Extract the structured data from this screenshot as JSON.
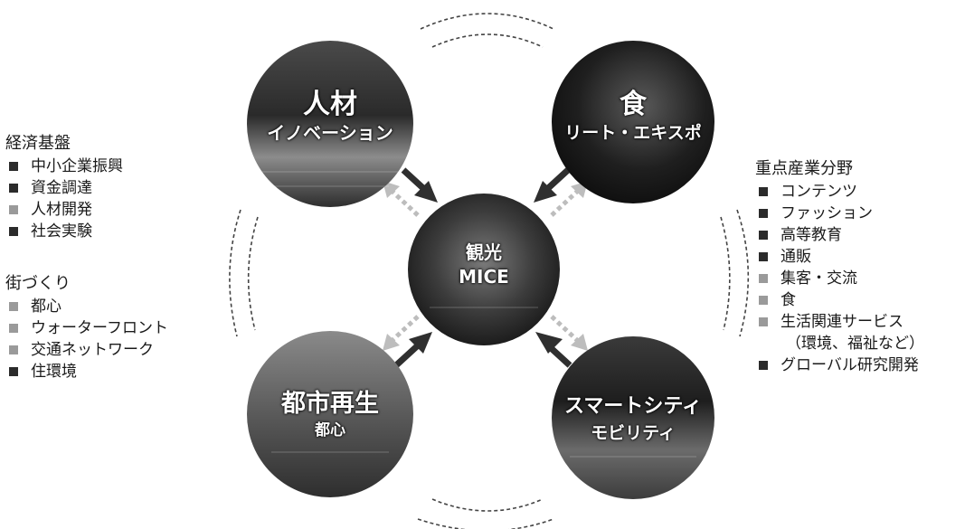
{
  "nodes": {
    "center": {
      "main": "観光",
      "sub": "MICE"
    },
    "top_left": {
      "main": "人材",
      "sub": "イノベーション"
    },
    "top_right": {
      "main": "食",
      "sub": "リート・エキスポ"
    },
    "bottom_left": {
      "main": "都市再生",
      "sub": "都心"
    },
    "bottom_right": {
      "main": "スマートシティ",
      "sub": "モビリティ"
    }
  },
  "left_lists": {
    "keizai": {
      "heading": "経済基盤",
      "items": [
        {
          "label": "中小企業振興",
          "tone": "dark"
        },
        {
          "label": "資金調達",
          "tone": "dark"
        },
        {
          "label": "人材開発",
          "tone": "light"
        },
        {
          "label": "社会実験",
          "tone": "dark"
        }
      ]
    },
    "machi": {
      "heading": "街づくり",
      "items": [
        {
          "label": "都心",
          "tone": "light"
        },
        {
          "label": "ウォーターフロント",
          "tone": "light"
        },
        {
          "label": "交通ネットワーク",
          "tone": "light"
        },
        {
          "label": "住環境",
          "tone": "dark"
        }
      ]
    }
  },
  "right_list": {
    "heading": "重点産業分野",
    "items": [
      {
        "label": "コンテンツ",
        "tone": "dark"
      },
      {
        "label": "ファッション",
        "tone": "dark"
      },
      {
        "label": "高等教育",
        "tone": "dark"
      },
      {
        "label": "通販",
        "tone": "dark"
      },
      {
        "label": "集客・交流",
        "tone": "light"
      },
      {
        "label": "食",
        "tone": "light"
      },
      {
        "label": "生活関連サービス",
        "sub": "（環境、福祉など）",
        "tone": "light"
      },
      {
        "label": "グローバル研究開発",
        "tone": "dark"
      }
    ]
  },
  "colors": {
    "dark_bullet": "#2b2b2b",
    "light_bullet": "#9a9a9a",
    "arrow": "#2f2f2f",
    "dashed_arrow": "#bdbdbd",
    "arc": "#444444"
  }
}
